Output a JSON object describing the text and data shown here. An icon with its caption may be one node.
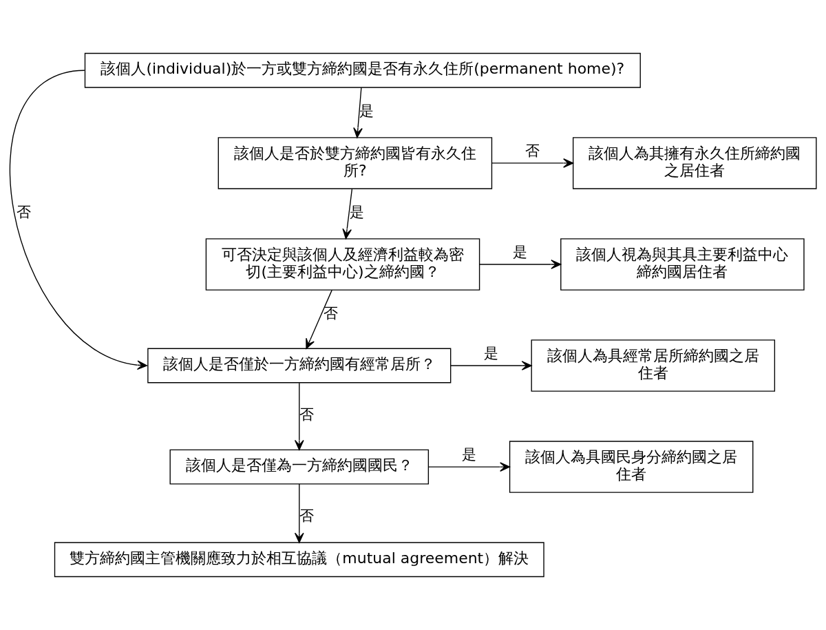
{
  "diagram": {
    "nodes": [
      {
        "text": [
          "該個人(individual)於一方或雙方締約國是否有永久住所(permanent home)?"
        ]
      },
      {
        "text": [
          "該個人是否於雙方締約國皆有永久住所?"
        ]
      },
      {
        "text": [
          "該個人為其擁有永久住所締約國之居住者"
        ]
      },
      {
        "text": [
          "可否決定與該個人及經濟利益較為密切(主要利益中心)之締約國？"
        ]
      },
      {
        "text": [
          "該個人視為與其具主要利益中心締約國居住者"
        ]
      },
      {
        "text": [
          "該個人是否僅於一方締約國有經常居所？"
        ]
      },
      {
        "text": [
          "該個人為具經常居所締約國之居住者"
        ]
      },
      {
        "text": [
          "該個人是否僅為一方締約國國民？"
        ]
      },
      {
        "text": [
          "該個人為具國民身分締約國之居住者"
        ]
      },
      {
        "text": [
          "雙方締約國主管機關應致力於相互協議（mutual agreement）解決"
        ]
      }
    ],
    "edges": [
      {
        "from": 0,
        "to": 1,
        "arrow": "to",
        "label": "是"
      },
      {
        "from": 0,
        "to": 5,
        "arrow": "to",
        "label": "否"
      },
      {
        "from": 1,
        "to": 2,
        "arrow": "to",
        "label": "否"
      },
      {
        "from": 1,
        "to": 3,
        "arrow": "to",
        "label": "是"
      },
      {
        "from": 3,
        "to": 4,
        "arrow": "to",
        "label": "是"
      },
      {
        "from": 3,
        "to": 5,
        "arrow": "to",
        "label": "否"
      },
      {
        "from": 5,
        "to": 6,
        "arrow": "to",
        "label": "是"
      },
      {
        "from": 5,
        "to": 7,
        "arrow": "to",
        "label": "否"
      },
      {
        "from": 7,
        "to": 8,
        "arrow": "to",
        "label": "是"
      },
      {
        "from": 7,
        "to": 9,
        "arrow": "to",
        "label": "否"
      }
    ]
  }
}
